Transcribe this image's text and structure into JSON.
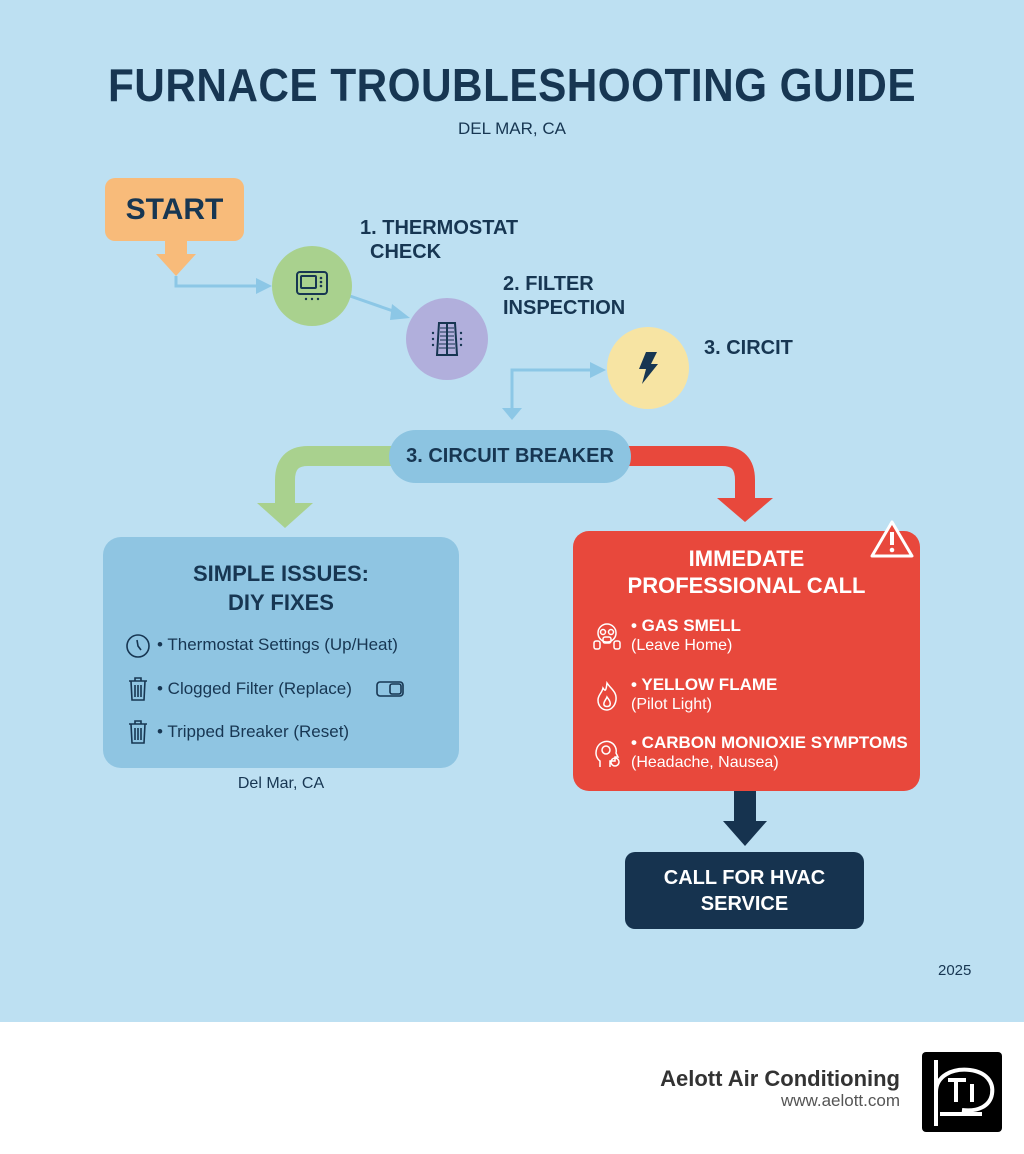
{
  "header": {
    "title": "FURNACE TROUBLESHOOTING GUIDE",
    "subtitle": "DEL MAR, CA"
  },
  "flow": {
    "start_label": "START",
    "steps": [
      {
        "label_line1": "1. THERMOSTAT",
        "label_line2": "CHECK",
        "icon": "thermostat-icon",
        "color": "#a9d18e"
      },
      {
        "label_line1": "2. FILTER",
        "label_line2": "INSPECTION",
        "icon": "filter-icon",
        "color": "#b1afdc"
      },
      {
        "label_line1": "3. CIRCIT",
        "label_line2": "",
        "icon": "lightning-icon",
        "color": "#f7e4a3"
      }
    ],
    "decision_label": "3. CIRCUIT BREAKER"
  },
  "diy": {
    "title_line1": "SIMPLE ISSUES:",
    "title_line2": "DIY FIXES",
    "items": [
      {
        "text": "• Thermostat Settings (Up/Heat)",
        "icon": "clock-icon"
      },
      {
        "text": "• Clogged Filter (Replace)",
        "icon": "trash-icon"
      },
      {
        "text": "• Tripped Breaker (Reset)",
        "icon": "trash-icon"
      }
    ],
    "caption": "Del Mar, CA",
    "color": "#8fc5e2"
  },
  "professional": {
    "title_line1": "IMMEDATE",
    "title_line2": "PROFESSIONAL CALL",
    "items": [
      {
        "head": "• GAS SMELL",
        "sub": "(Leave Home)",
        "icon": "gas-mask-icon"
      },
      {
        "head": "• YELLOW FLAME",
        "sub": "(Pilot Light)",
        "icon": "flame-icon"
      },
      {
        "head": "• CARBON MONIOXIE SYMPTOMS",
        "sub": "(Headache, Nausea)",
        "icon": "head-symptom-icon"
      }
    ],
    "color": "#e8483c"
  },
  "final": {
    "label_line1": "CALL FOR HVAC",
    "label_line2": "SERVICE",
    "color": "#16334f"
  },
  "year": "2025",
  "footer": {
    "company": "Aelott Air Conditioning",
    "url": "www.aelott.com"
  }
}
